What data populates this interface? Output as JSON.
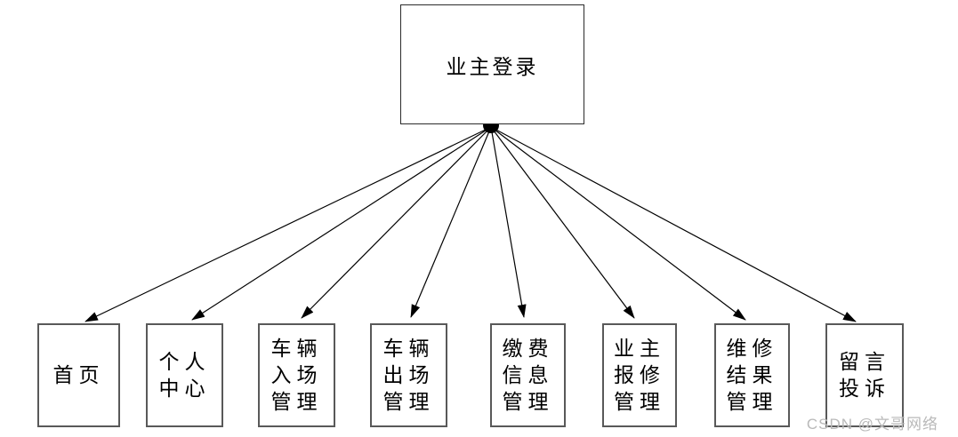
{
  "diagram": {
    "root": {
      "label": "业主登录"
    },
    "children": [
      {
        "label": "首页"
      },
      {
        "label": "个人\n中心"
      },
      {
        "label": "车辆\n入场\n管理"
      },
      {
        "label": "车辆\n出场\n管理"
      },
      {
        "label": "缴费\n信息\n管理"
      },
      {
        "label": "业主\n报修\n管理"
      },
      {
        "label": "维修\n结果\n管理"
      },
      {
        "label": "留言\n投诉"
      }
    ]
  },
  "watermark": {
    "text": "CSDN @文哥网络"
  },
  "colors": {
    "background": "#ffffff",
    "connector_line": "#000000",
    "branch_dot": "#000000",
    "root_border": "#2b2b2b",
    "leaf_border": "#595959",
    "text": "#000000",
    "watermark": "#b9b9b9"
  }
}
